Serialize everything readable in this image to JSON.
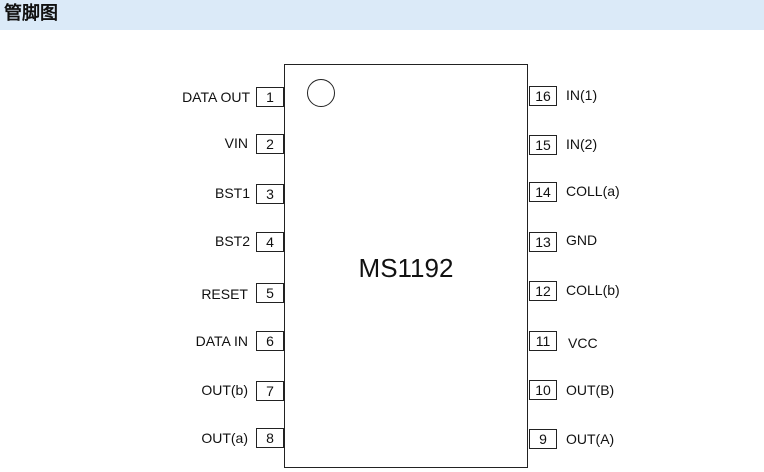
{
  "header": {
    "title": "管脚图"
  },
  "chip": {
    "name": "MS1192"
  },
  "left_pins": [
    {
      "number": "1",
      "label": "DATA OUT"
    },
    {
      "number": "2",
      "label": "VIN"
    },
    {
      "number": "3",
      "label": "BST1"
    },
    {
      "number": "4",
      "label": "BST2"
    },
    {
      "number": "5",
      "label": "RESET"
    },
    {
      "number": "6",
      "label": "DATA IN"
    },
    {
      "number": "7",
      "label": "OUT(b)"
    },
    {
      "number": "8",
      "label": "OUT(a)"
    }
  ],
  "right_pins": [
    {
      "number": "16",
      "label": "IN(1)"
    },
    {
      "number": "15",
      "label": "IN(2)"
    },
    {
      "number": "14",
      "label": "COLL(a)"
    },
    {
      "number": "13",
      "label": "GND"
    },
    {
      "number": "12",
      "label": "COLL(b)"
    },
    {
      "number": "11",
      "label": "VCC"
    },
    {
      "number": "10",
      "label": "OUT(B)"
    },
    {
      "number": "9",
      "label": "OUT(A)"
    }
  ]
}
